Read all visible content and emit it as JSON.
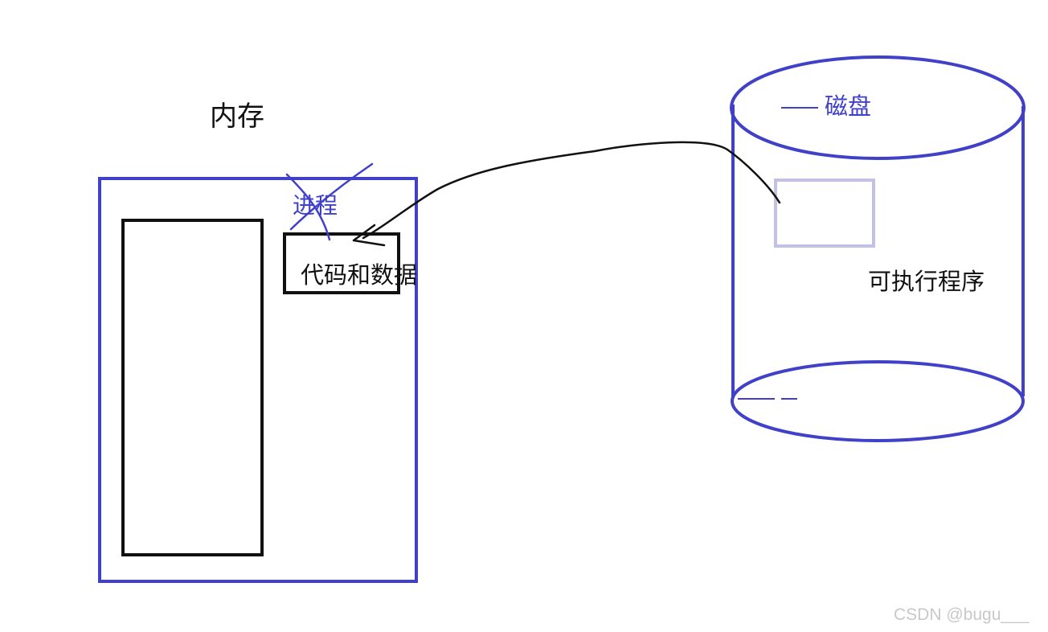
{
  "labels": {
    "memory": "内存",
    "process": "进程",
    "code_data": "代码和数据",
    "disk": "磁盘",
    "executable": "可执行程序",
    "watermark": "CSDN @bugu___"
  },
  "colors": {
    "blue": "#4040c8",
    "black": "#111111",
    "light_purple": "#c2c0e4",
    "watermark": "#c8c8c8"
  }
}
